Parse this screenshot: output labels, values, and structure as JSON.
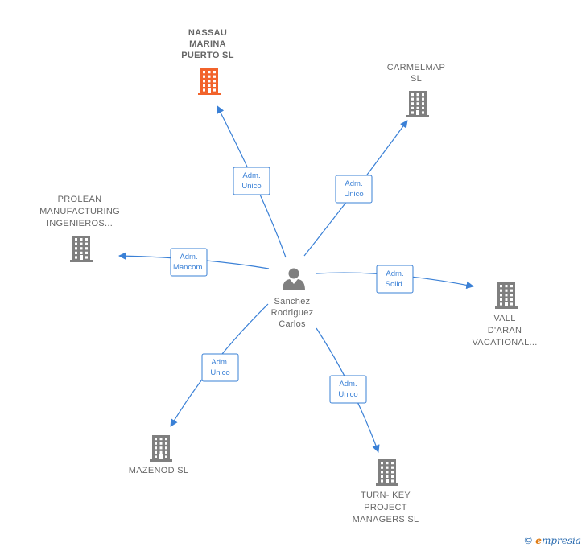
{
  "center": {
    "name_lines": [
      "Sanchez",
      "Rodriguez",
      "Carlos"
    ],
    "icon": "person-icon"
  },
  "companies": [
    {
      "id": "nassau",
      "lines": [
        "NASSAU",
        "MARINA",
        "PUERTO  SL"
      ],
      "color": "#f2632b",
      "icon": "building-icon",
      "highlight": true
    },
    {
      "id": "carmelmap",
      "lines": [
        "CARMELMAP",
        "SL"
      ],
      "color": "#7f7f7f",
      "icon": "building-icon"
    },
    {
      "id": "prolean",
      "lines": [
        "PROLEAN",
        "MANUFACTURING",
        "INGENIEROS..."
      ],
      "color": "#7f7f7f",
      "icon": "building-icon"
    },
    {
      "id": "vall",
      "lines": [
        "VALL",
        "D'ARAN",
        "VACATIONAL..."
      ],
      "color": "#7f7f7f",
      "icon": "building-icon"
    },
    {
      "id": "mazenod",
      "lines": [
        "MAZENOD SL"
      ],
      "color": "#7f7f7f",
      "icon": "building-icon"
    },
    {
      "id": "turnkey",
      "lines": [
        "TURN- KEY",
        "PROJECT",
        "MANAGERS  SL"
      ],
      "color": "#7f7f7f",
      "icon": "building-icon"
    }
  ],
  "relations": [
    {
      "to": "nassau",
      "label_lines": [
        "Adm.",
        "Unico"
      ]
    },
    {
      "to": "carmelmap",
      "label_lines": [
        "Adm.",
        "Unico"
      ]
    },
    {
      "to": "prolean",
      "label_lines": [
        "Adm.",
        "Mancom."
      ]
    },
    {
      "to": "vall",
      "label_lines": [
        "Adm.",
        "Solid."
      ]
    },
    {
      "to": "mazenod",
      "label_lines": [
        "Adm.",
        "Unico"
      ]
    },
    {
      "to": "turnkey",
      "label_lines": [
        "Adm.",
        "Unico"
      ]
    }
  ],
  "colors": {
    "edge": "#3a80d6",
    "node": "#7f7f7f",
    "highlight": "#f2632b"
  },
  "credit": {
    "symbol": "©",
    "brand_initial": "e",
    "brand_rest": "mpresia"
  }
}
